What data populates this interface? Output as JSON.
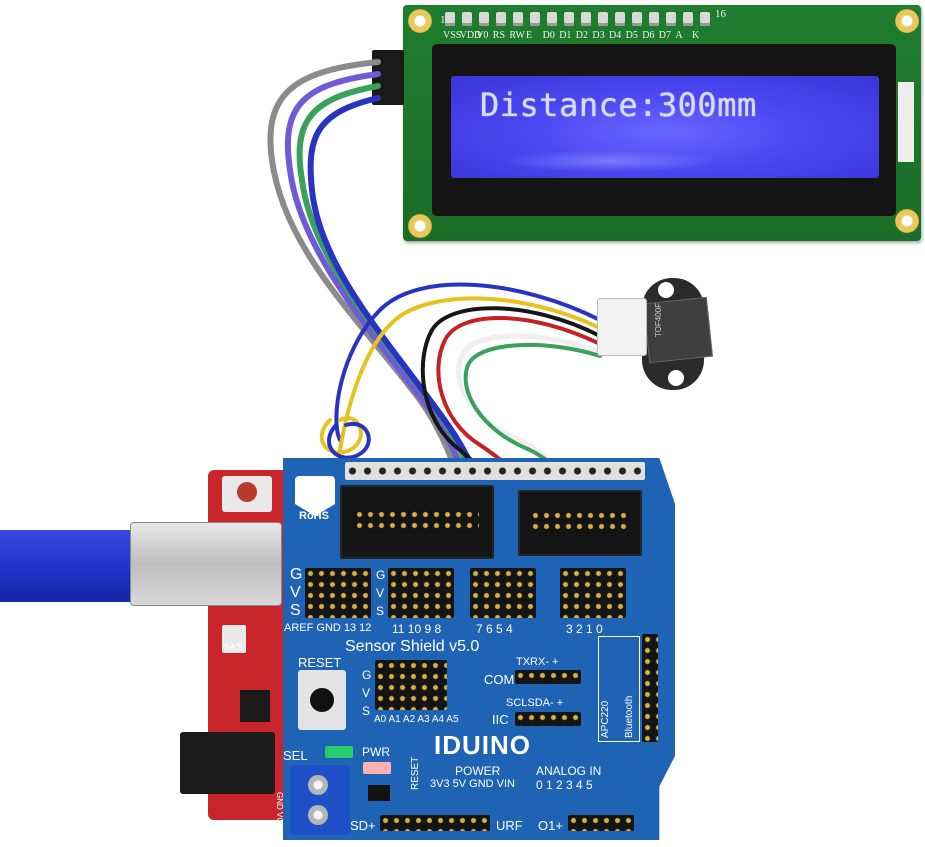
{
  "lcd": {
    "display_text": "Distance:300mm",
    "pin_numbers": {
      "first": "1",
      "last": "16"
    },
    "pin_labels": [
      "VSS",
      "VDD",
      "V0",
      "RS",
      "RW",
      "E",
      "D0",
      "D1",
      "D2",
      "D3",
      "D4",
      "D5",
      "D6",
      "D7",
      "A",
      "K"
    ]
  },
  "sensor_module": {
    "label": "TOF400F"
  },
  "shield": {
    "brand": "IDUINO",
    "title": "Sensor Shield v5.0",
    "rohs": "RoHS",
    "reset": "RESET",
    "com": "COM",
    "txrx": "TXRX- +",
    "scl_sda": "SCLSDA- +",
    "iic": "IIC",
    "apc220": "APC220",
    "bluetooth": "Bluetooth",
    "gvs_left": [
      "G",
      "V",
      "S"
    ],
    "digital_labels_left": "AREF GND 13 12",
    "digital_labels_mid": "11 10 9 8",
    "digital_labels_right": "3 2 1 0",
    "digital_labels_7654": "7 6 5 4",
    "analog_labels": "A0 A1 A2 A3 A4 A5",
    "sel": "SEL",
    "pwr": "PWR",
    "power_header": "POWER",
    "power_pins": "3V3 5V GND VIN",
    "analog_header": "ANALOG IN",
    "analog_pins": "0 1 2 3 4 5",
    "reset_vertical": "RESET",
    "sd_plus": "SD+",
    "urf": "URF",
    "o1_plus": "O1+",
    "gnd_vcc": [
      "GND",
      "VCC"
    ]
  },
  "uno": {
    "fuse_label": "5A5"
  },
  "colors": {
    "lcd_board": "#1f7d2e",
    "lcd_backlight": "#4c48f2",
    "lcd_text": "#d9dcff",
    "shield_blue": "#1f63b5",
    "uno_red": "#c8262b",
    "usb_blue": "#2b3bd6",
    "wire_gray": "#8b8b8b",
    "wire_purple": "#6f5bd6",
    "wire_green": "#3aa05a",
    "wire_blue": "#2833c4",
    "wire_yellow": "#e7c21e",
    "wire_red": "#c62020",
    "wire_black": "#161616",
    "wire_white": "#efefef"
  }
}
